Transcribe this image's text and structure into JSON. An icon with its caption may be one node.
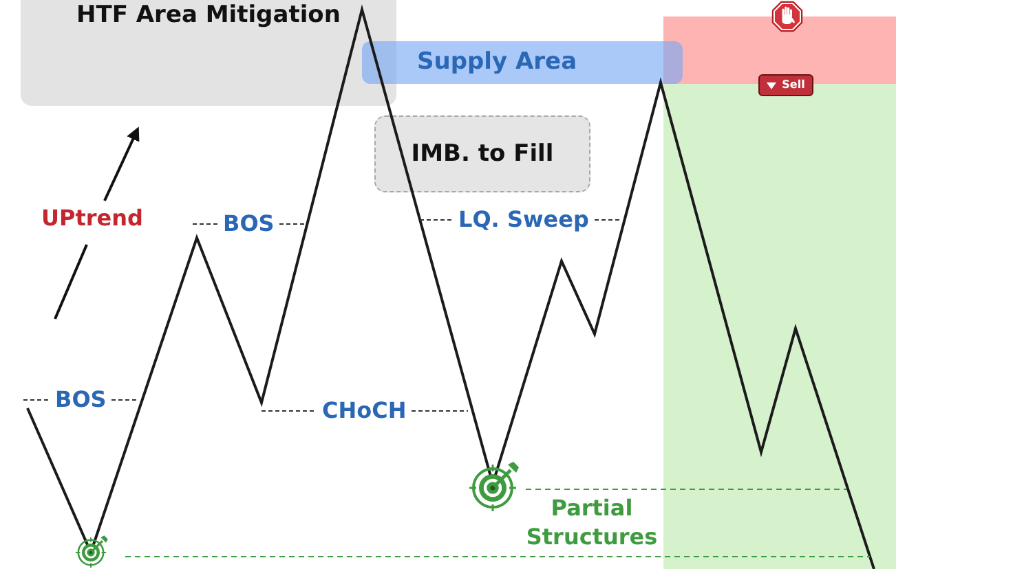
{
  "diagram": {
    "nodes": [
      {
        "text": [
          "HTF Area Mitigation"
        ]
      },
      {
        "text": [
          "Supply Area"
        ]
      },
      {
        "text": [],
        "shape": "box"
      },
      {
        "text": [
          "Sell"
        ]
      },
      {
        "text": [],
        "shape": "box"
      },
      {
        "text": [
          "IMB. to Fill"
        ]
      }
    ],
    "labels": [
      "UPtrend",
      "BOS",
      "LQ. Sweep",
      "BOS",
      "CHoCH",
      "Partial Structures"
    ]
  }
}
